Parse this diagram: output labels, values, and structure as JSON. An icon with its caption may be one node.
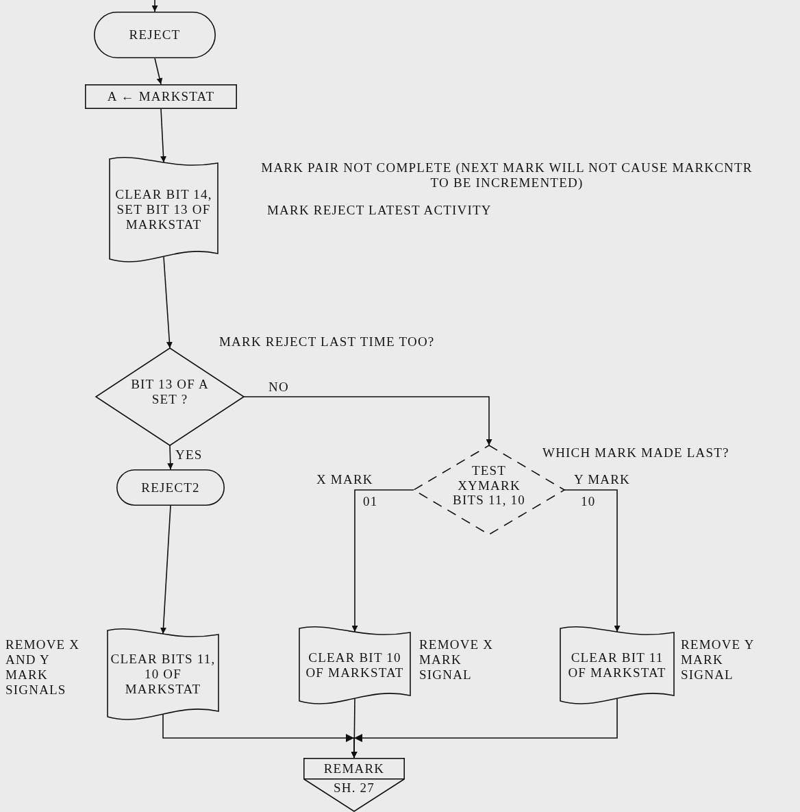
{
  "diagram": {
    "nodes": [
      {
        "text": [
          "REJECT"
        ]
      },
      {
        "text": [
          "A ← MARKSTAT"
        ]
      },
      {
        "text": [
          "CLEAR BIT 14, SET BIT 13 OF MARKSTAT"
        ],
        "beside": [
          "MARK PAIR NOT COMPLETE (NEXT MARK WILL NOT CAUSE MARKCNTR TO BE INCREMENTED)",
          "MARK REJECT LATEST ACTIVITY"
        ]
      },
      {
        "text": [
          "BIT 13 OF A SET ?"
        ],
        "beside": [
          "MARK REJECT LAST TIME TOO?"
        ]
      },
      {
        "text": [
          "REJECT2"
        ]
      },
      {
        "text": [
          "TEST XYMARK BITS 11, 10"
        ],
        "beside": [
          "WHICH MARK MADE LAST?"
        ]
      },
      {
        "text": [
          "CLEAR BITS 11, 10 OF MARKSTAT"
        ],
        "beside": [
          "REMOVE X AND Y MARK SIGNALS"
        ]
      },
      {
        "text": [
          "CLEAR BIT 10 OF MARKSTAT"
        ],
        "beside": [
          "REMOVE X MARK SIGNAL"
        ]
      },
      {
        "text": [
          "CLEAR BIT 11 OF MARKSTAT"
        ],
        "beside": [
          "REMOVE Y MARK SIGNAL"
        ]
      },
      {
        "text": [
          "REMARK",
          "SH. 27"
        ]
      }
    ],
    "edges": [
      {
        "from": null,
        "to": 0,
        "arrow": "to"
      },
      {
        "from": 0,
        "to": 1,
        "arrow": "to"
      },
      {
        "from": 1,
        "to": 2,
        "arrow": "to"
      },
      {
        "from": 2,
        "to": 3,
        "arrow": "to"
      },
      {
        "from": 3,
        "to": 4,
        "arrow": "to",
        "label": "YES"
      },
      {
        "from": 3,
        "to": 5,
        "arrow": "to",
        "label": "NO"
      },
      {
        "from": 4,
        "to": 6,
        "arrow": "to"
      },
      {
        "from": 5,
        "to": 7,
        "arrow": "to",
        "label": "X MARK"
      },
      {
        "from": 5,
        "to": 8,
        "arrow": "to",
        "label": "Y MARK"
      },
      {
        "from": 6,
        "to": 9,
        "arrow": "to"
      },
      {
        "from": 7,
        "to": 9,
        "arrow": "to"
      },
      {
        "from": 8,
        "to": 9,
        "arrow": "to"
      }
    ],
    "labels": [
      "01",
      "10"
    ]
  }
}
